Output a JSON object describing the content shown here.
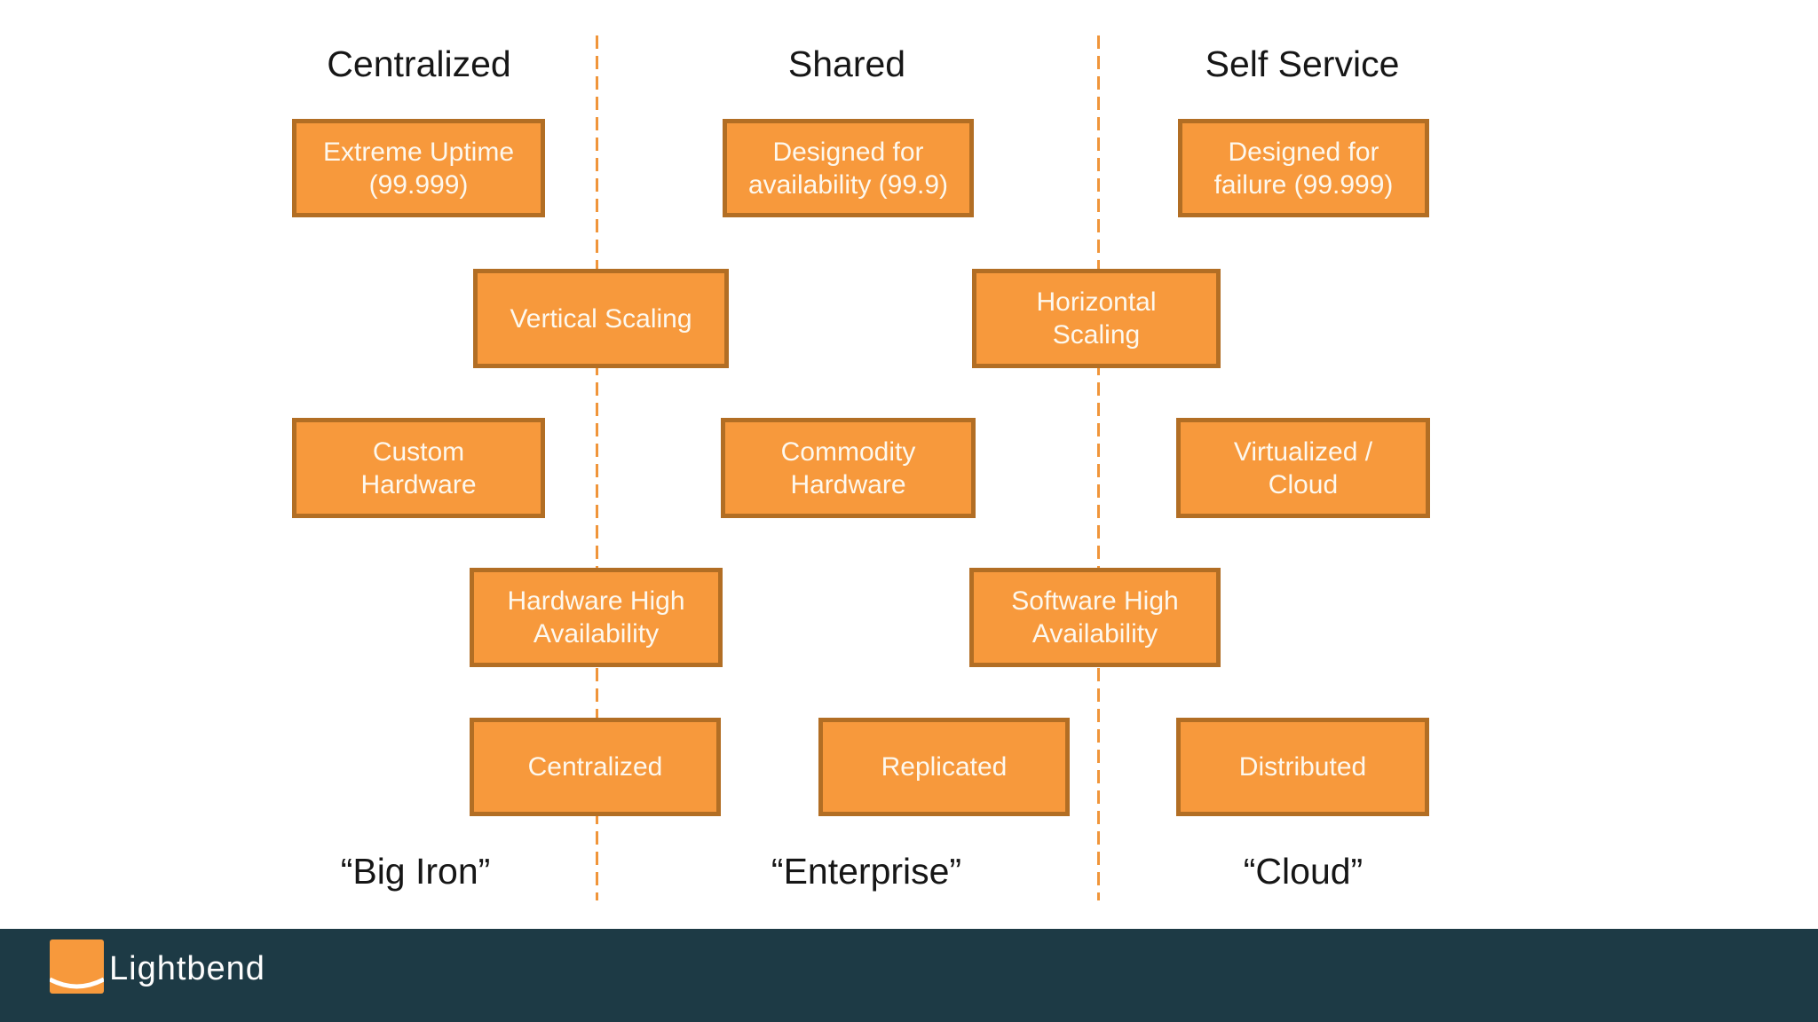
{
  "slide": {
    "column_headers": [
      "Centralized",
      "Shared",
      "Self Service"
    ],
    "boxes": [
      {
        "id": "extreme-uptime",
        "label": "Extreme Uptime\n(99.999)"
      },
      {
        "id": "designed-availability",
        "label": "Designed for\navailability (99.9)"
      },
      {
        "id": "designed-failure",
        "label": "Designed for\nfailure (99.999)"
      },
      {
        "id": "vertical-scaling",
        "label": "Vertical Scaling"
      },
      {
        "id": "horizontal-scaling",
        "label": "Horizontal\nScaling"
      },
      {
        "id": "custom-hardware",
        "label": "Custom\nHardware"
      },
      {
        "id": "commodity-hardware",
        "label": "Commodity\nHardware"
      },
      {
        "id": "virtualized-cloud",
        "label": "Virtualized /\nCloud"
      },
      {
        "id": "hardware-high-availability",
        "label": "Hardware High\nAvailability"
      },
      {
        "id": "software-high-availability",
        "label": "Software High\nAvailability"
      },
      {
        "id": "centralized",
        "label": "Centralized"
      },
      {
        "id": "replicated",
        "label": "Replicated"
      },
      {
        "id": "distributed",
        "label": "Distributed"
      }
    ],
    "bottom_labels": [
      "“Big Iron”",
      "“Enterprise”",
      "“Cloud”"
    ]
  },
  "footer": {
    "brand": "Lightbend"
  },
  "colors": {
    "box_fill": "#F7993C",
    "box_border": "#B26E24",
    "box_text": "#FDF8EE",
    "dash_line": "#F0953A",
    "footer_bg": "#1D3A45",
    "heading_text": "#161616",
    "brand_text": "#FDFDFD"
  }
}
